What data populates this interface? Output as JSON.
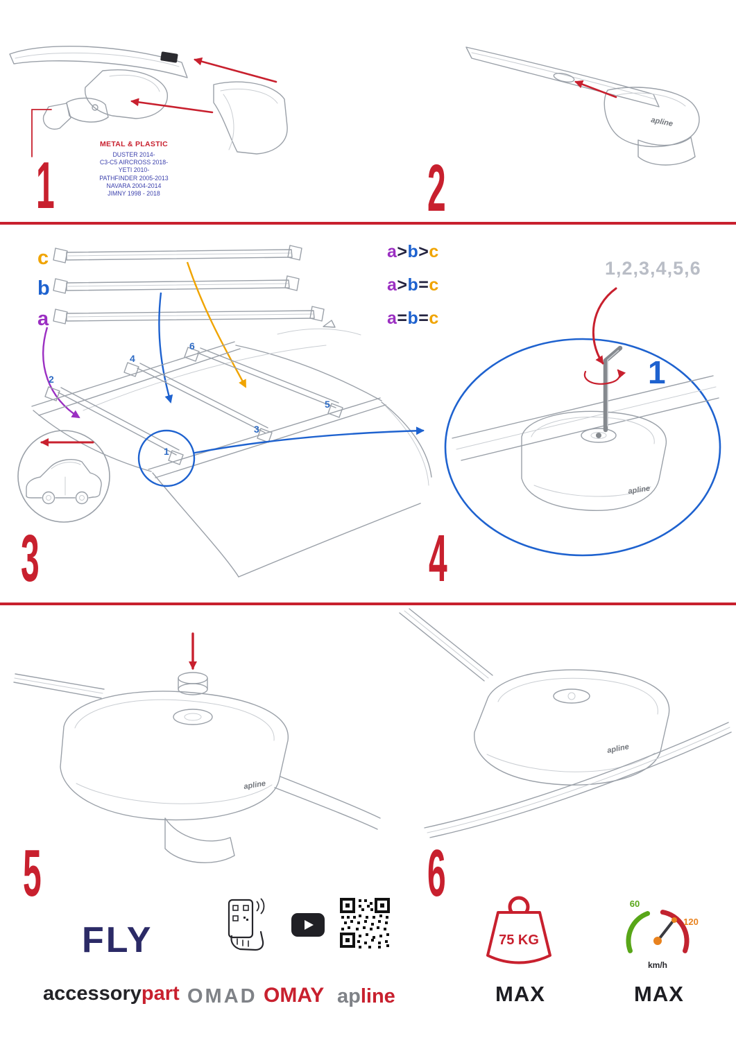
{
  "colors": {
    "red": "#c8202e",
    "blue": "#1e62cf",
    "purple": "#9b2fc2",
    "orange": "#f0a400",
    "navy": "#2b2a66",
    "gray": "#b9bdc6"
  },
  "step1": {
    "number": "1",
    "material_label": "METAL & PLASTIC",
    "models": [
      "DUSTER 2014-",
      "C3-C5 AIRCROSS 2018-",
      "YETI 2010-",
      "PATHFINDER 2005-2013",
      "NAVARA 2004-2014",
      "JIMNY 1998 - 2018"
    ]
  },
  "step2": {
    "number": "2",
    "product_label": "apline"
  },
  "step3": {
    "number": "3",
    "bar_labels": [
      "c",
      "b",
      "a"
    ],
    "formulas": [
      [
        "a",
        ">",
        "b",
        ">",
        "c"
      ],
      [
        "a",
        ">",
        "b",
        "=",
        "c"
      ],
      [
        "a",
        "=",
        "b",
        "=",
        "c"
      ]
    ],
    "positions": [
      "1",
      "2",
      "3",
      "4",
      "5",
      "6"
    ]
  },
  "step4": {
    "number": "4",
    "sequence": "1,2,3,4,5,6",
    "first": "1",
    "product_label": "apline"
  },
  "step5": {
    "number": "5",
    "product_label": "apline"
  },
  "step6": {
    "number": "6",
    "product_label": "apline"
  },
  "footer": {
    "fly": "FLY",
    "accessory": "accessory",
    "part": "part",
    "omad": "OMAD",
    "omay": "OMAY",
    "apline_ap": "ap",
    "apline_line": "line",
    "weight_value": "75 KG",
    "weight_max": "MAX",
    "speed_low": "60",
    "speed_high": "120",
    "speed_unit": "km/h",
    "speed_max": "MAX"
  }
}
